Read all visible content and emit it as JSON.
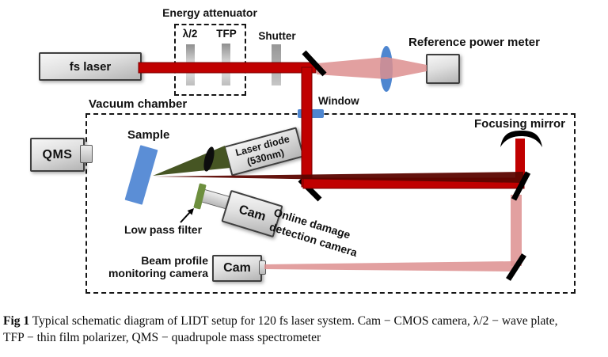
{
  "colors": {
    "beam_red": "#c00000",
    "beam_red_edge": "#7a0000",
    "beam_dark_red": "#5c0500",
    "beam_pink": "#dd8f8f",
    "beam_green": "#465523",
    "optic_blue": "#4e86d0",
    "sample_blue": "#5b8ed6",
    "filter_green": "#6d8f3e",
    "mirror_black": "#000000"
  },
  "diagram": {
    "fs_laser": "fs laser",
    "energy_attenuator": "Energy attenuator",
    "half_wave_plate": "λ/2",
    "tfp": "TFP",
    "shutter": "Shutter",
    "reference_power_meter": "Reference power meter",
    "vacuum_chamber": "Vacuum chamber",
    "window": "Window",
    "focusing_mirror": "Focusing mirror",
    "qms": "QMS",
    "sample": "Sample",
    "laser_diode_line1": "Laser diode",
    "laser_diode_line2": "(530nm)",
    "low_pass_filter": "Low pass filter",
    "online_cam": "Cam",
    "online_damage_line1": "Online damage",
    "online_damage_line2": "detection camera",
    "beam_profile_line1": "Beam profile",
    "beam_profile_line2": "monitoring camera",
    "profile_cam": "Cam"
  },
  "caption": {
    "fig_label": "Fig 1",
    "line1": "Typical schematic diagram of LIDT setup for 120 fs laser system.  Cam − CMOS camera, λ/2 − wave plate,",
    "line2": "TFP − thin film polarizer, QMS − quadrupole mass spectrometer"
  }
}
